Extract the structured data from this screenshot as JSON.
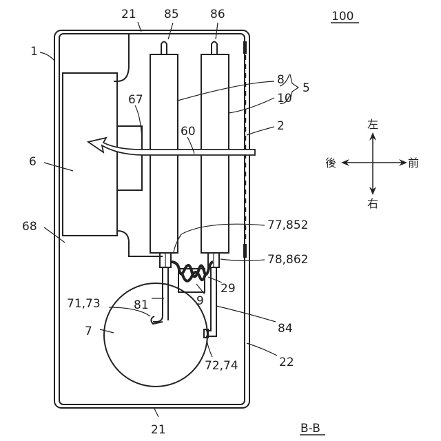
{
  "figure": {
    "title": "100",
    "section": "B-B"
  },
  "labels": {
    "l1": "1",
    "l21_top": "21",
    "l21_bottom": "21",
    "l85": "85",
    "l86": "86",
    "l8": "8",
    "l10": "10",
    "l5": "5",
    "l2": "2",
    "l67": "67",
    "l60": "60",
    "l6": "6",
    "l68": "68",
    "l77_852": "77,852",
    "l78_862": "78,862",
    "l29": "29",
    "l9": "9",
    "l71_73": "71,73",
    "l81": "81",
    "l84": "84",
    "l7": "7",
    "l72_74": "72,74",
    "l22": "22"
  },
  "compass": {
    "left": "左",
    "right": "右",
    "front": "前",
    "back": "後"
  }
}
